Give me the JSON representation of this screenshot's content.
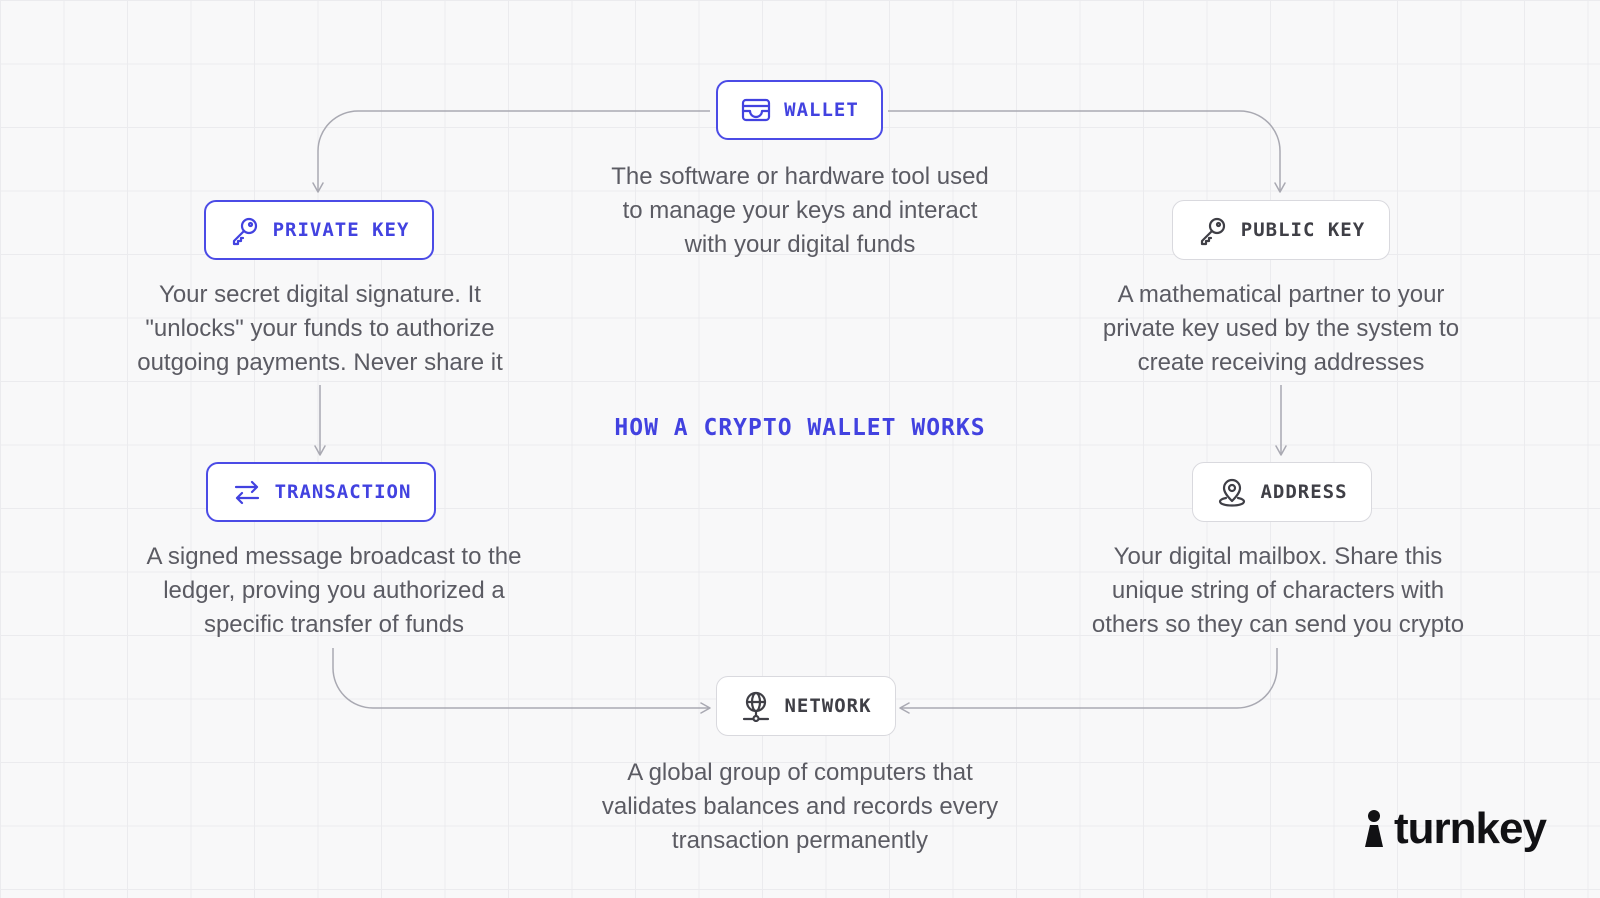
{
  "title": "HOW A CRYPTO WALLET WORKS",
  "nodes": {
    "wallet": {
      "label": "WALLET",
      "icon": "wallet-icon",
      "description": [
        "The software or hardware tool used",
        "to manage your keys and interact",
        "with your digital funds"
      ]
    },
    "private_key": {
      "label": "PRIVATE KEY",
      "icon": "key-icon",
      "description": [
        "Your secret digital signature. It",
        "\"unlocks\" your funds to authorize",
        "outgoing payments. Never share it"
      ]
    },
    "public_key": {
      "label": "PUBLIC KEY",
      "icon": "key-icon",
      "description": [
        "A mathematical partner to your",
        "private key used by the system to",
        "create receiving addresses"
      ]
    },
    "transaction": {
      "label": "TRANSACTION",
      "icon": "arrows-exchange-icon",
      "description": [
        "A signed message broadcast to the",
        "ledger, proving you authorized a",
        "specific transfer of funds"
      ]
    },
    "address": {
      "label": "ADDRESS",
      "icon": "map-pin-icon",
      "description": [
        "Your digital mailbox. Share this",
        "unique string of characters with",
        "others so they can send you crypto"
      ]
    },
    "network": {
      "label": "NETWORK",
      "icon": "globe-network-icon",
      "description": [
        "A global group of computers that",
        "validates balances and records every",
        "transaction permanently"
      ]
    }
  },
  "logo": {
    "text": "turnkey",
    "icon": "keyhole-person-icon"
  },
  "colors": {
    "accent": "#4242e0",
    "node_border_plain": "#d9d9de",
    "text": "#5b5b63",
    "connector": "#a9a9b2",
    "background": "#f8f8f9",
    "grid": "#ebebee"
  }
}
